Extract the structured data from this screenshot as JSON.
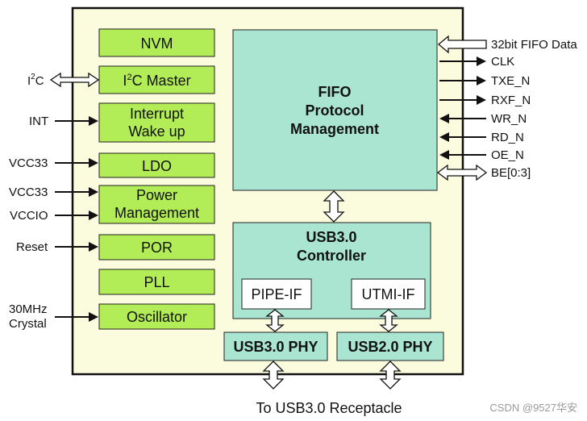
{
  "blocks": {
    "nvm": "NVM",
    "i2c_master_main": "I",
    "i2c_master_sup": "2",
    "i2c_master_rest": "C Master",
    "interrupt_line1": "Interrupt",
    "interrupt_line2": "Wake up",
    "ldo": "LDO",
    "power_line1": "Power",
    "power_line2": "Management",
    "por": "POR",
    "pll": "PLL",
    "oscillator": "Oscillator",
    "fifo_line1": "FIFO",
    "fifo_line2": "Protocol",
    "fifo_line3": "Management",
    "usb_ctrl_line1": "USB3.0",
    "usb_ctrl_line2": "Controller",
    "pipe_if": "PIPE-IF",
    "utmi_if": "UTMI-IF",
    "usb3_phy": "USB3.0 PHY",
    "usb2_phy": "USB2.0 PHY"
  },
  "left_pins": {
    "i2c_main": "I",
    "i2c_sup": "2",
    "i2c_rest": "C",
    "int": "INT",
    "vcc33_ldo": "VCC33",
    "vcc33_pm": "VCC33",
    "vccio": "VCCIO",
    "reset": "Reset",
    "crystal_line1": "30MHz",
    "crystal_line2": "Crystal"
  },
  "right_pins": {
    "fifo_data": "32bit FIFO Data",
    "clk": "CLK",
    "txe_n": "TXE_N",
    "rxf_n": "RXF_N",
    "wr_n": "WR_N",
    "rd_n": "RD_N",
    "oe_n": "OE_N",
    "be": "BE[0:3]"
  },
  "bottom_label": "To USB3.0 Receptacle",
  "watermark": "CSDN @9527华安"
}
